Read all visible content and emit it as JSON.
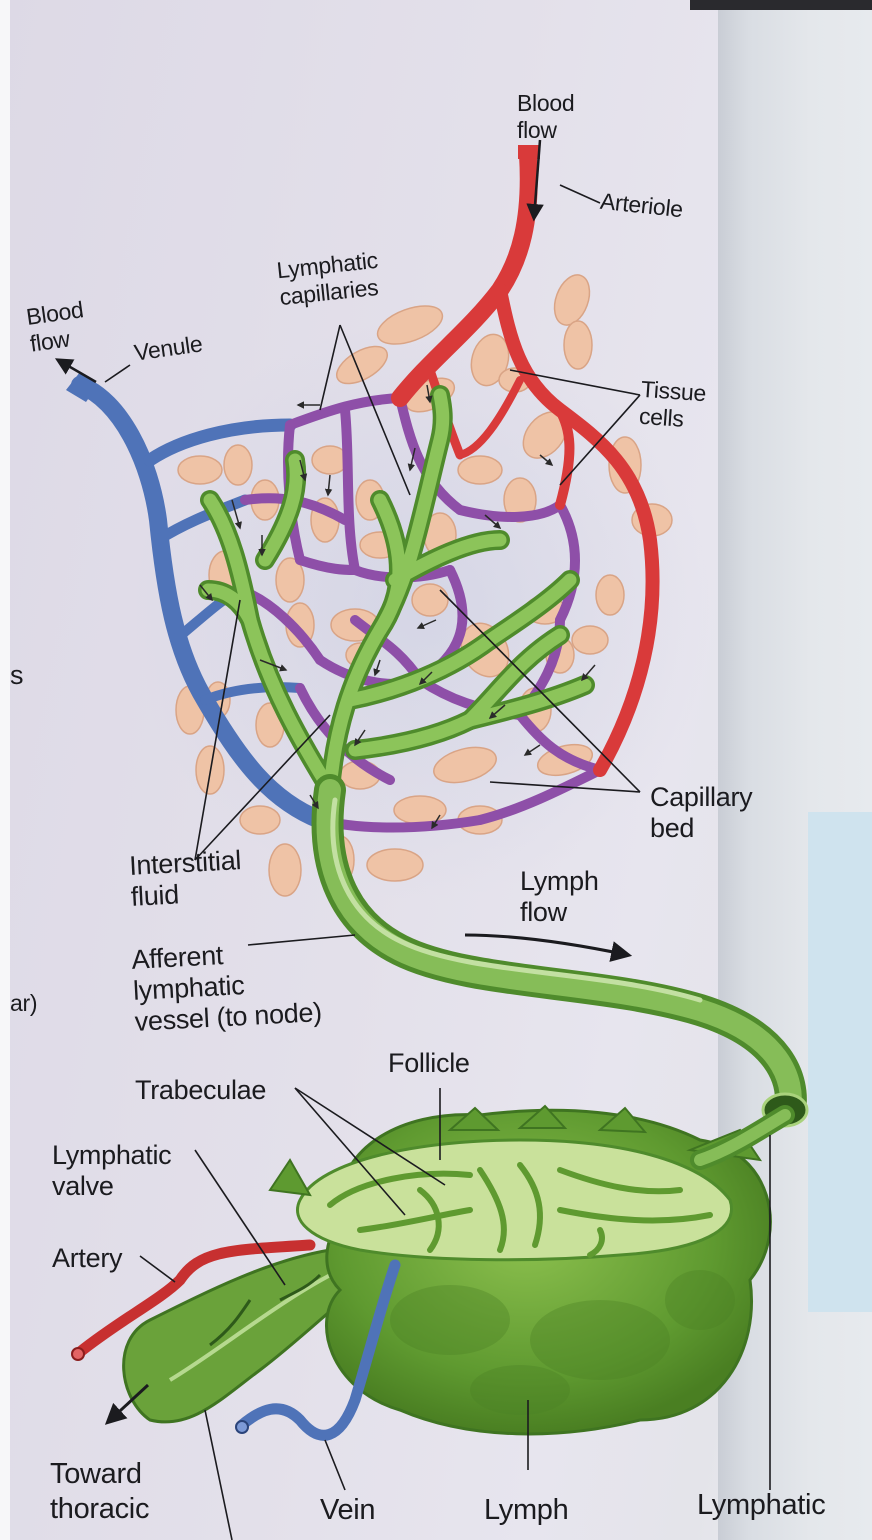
{
  "labels": {
    "blood_flow_top": "Blood\nflow",
    "arteriole": "Arteriole",
    "blood_flow_left": "Blood\nflow",
    "venule": "Venule",
    "lymphatic_capillaries": "Lymphatic\ncapillaries",
    "tissue_cells": "Tissue\ncells",
    "capillary_bed": "Capillary\nbed",
    "interstitial_fluid": "Interstitial\nfluid",
    "lymph_flow": "Lymph\nflow",
    "afferent_vessel": "Afferent\nlymphatic\nvessel (to node)",
    "follicle": "Follicle",
    "trabeculae": "Trabeculae",
    "lymphatic_valve": "Lymphatic\nvalve",
    "artery": "Artery",
    "toward_thoracic": "Toward\nthoracic",
    "vein": "Vein",
    "lymph": "Lymph",
    "lymphatic_cut": "Lymphatic"
  },
  "margin_text": {
    "s_fragment": "s",
    "ar_fragment": "ar)"
  },
  "colors": {
    "artery_red": "#d93a3a",
    "vein_blue": "#4f73b8",
    "capillary_purple": "#8e4fa8",
    "lymph_green": "#7fb352",
    "node_green": "#6fa83c",
    "tissue_cell": "#efc3a6"
  }
}
